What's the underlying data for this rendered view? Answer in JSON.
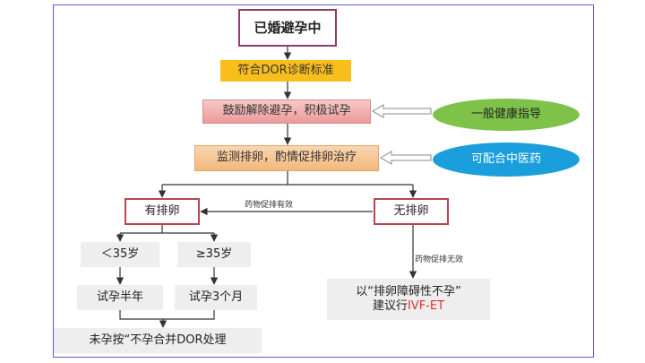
{
  "nodes": {
    "start": "已婚避孕中",
    "criteria": "符合DOR诊断标准",
    "encourage": "鼓励解除避孕，积极试孕",
    "monitor": "监测排卵，酌情促排卵治疗",
    "health": "一般健康指导",
    "tcm": "可配合中医药",
    "ovulation": "有排卵",
    "anovulation": "无排卵",
    "under35": "＜35岁",
    "over35": "≥35岁",
    "try_half_year": "试孕半年",
    "try_3_months": "试孕3个月",
    "final": "未孕按“不孕合并DOR处理",
    "ivf_line1": "以“排卵障碍性不孕”",
    "ivf_line2_prefix": "建议行",
    "ivf_line2_highlight": "IVF-ET"
  },
  "edge_labels": {
    "effective": "药物促排有效",
    "ineffective": "药物促排无效"
  },
  "colors": {
    "frame": "#5a5fd0",
    "criteria_fill": "#f8be1c",
    "encourage_fill": "#ec9a9a",
    "monitor_fill": "#f2b77c",
    "health_fill": "#7ec24a",
    "tcm_fill": "#1b9fdc",
    "branch_border": "#b9454f",
    "highlight": "#e0302a"
  }
}
